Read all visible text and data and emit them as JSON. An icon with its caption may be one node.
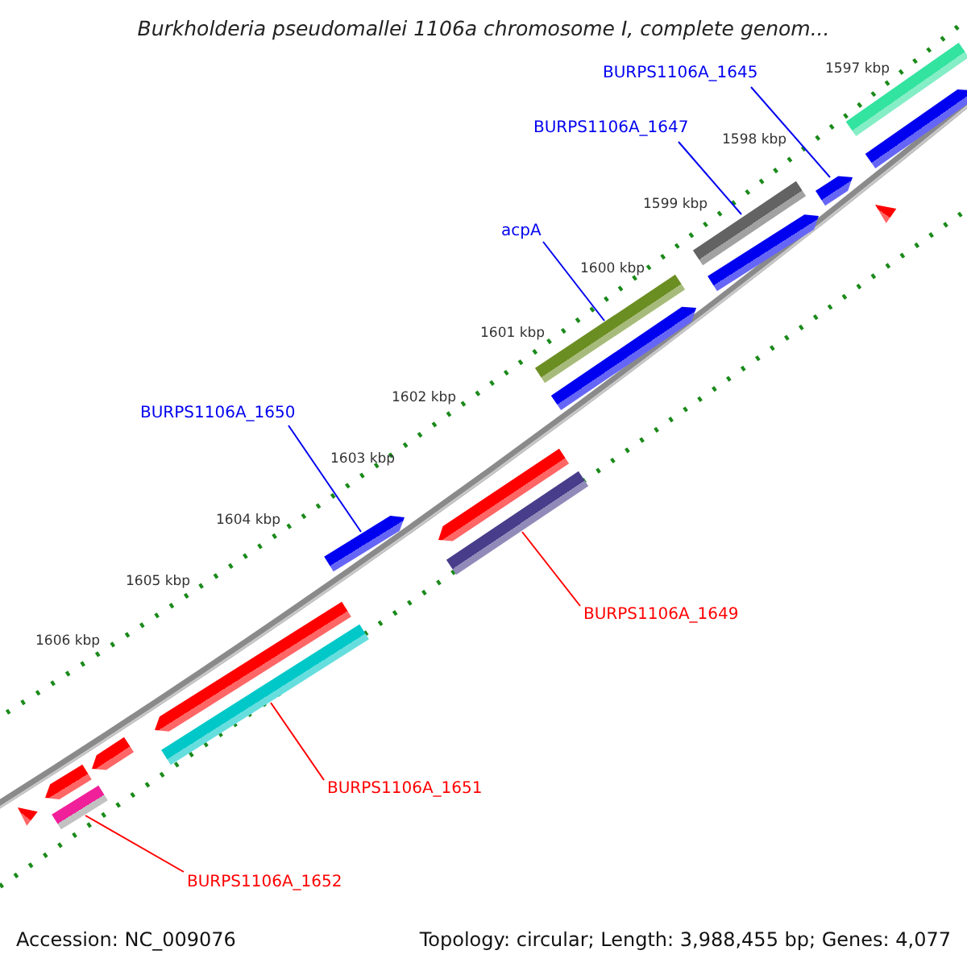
{
  "diagram": {
    "title": "Burkholderia pseudomallei 1106a chromosome I, complete genom...",
    "nodes": [
      {
        "text": [
          "BURPS1106A_1645"
        ]
      },
      {
        "text": [
          "BURPS1106A_1647"
        ]
      },
      {
        "text": [
          "acpA"
        ]
      },
      {
        "text": [
          "BURPS1106A_1650"
        ]
      },
      {
        "text": [
          "BURPS1106A_1649"
        ]
      },
      {
        "text": [
          "BURPS1106A_1651"
        ]
      },
      {
        "text": [
          "BURPS1106A_1652"
        ]
      }
    ],
    "edges": [
      {
        "from": 0,
        "to": null,
        "arrow": "none"
      },
      {
        "from": 1,
        "to": null,
        "arrow": "none"
      },
      {
        "from": 2,
        "to": null,
        "arrow": "none"
      },
      {
        "from": 3,
        "to": null,
        "arrow": "none"
      },
      {
        "from": 4,
        "to": null,
        "arrow": "none",
        "color": "#ff0000"
      },
      {
        "from": 5,
        "to": null,
        "arrow": "none",
        "color": "#ff0000"
      },
      {
        "from": 6,
        "to": null,
        "arrow": "none",
        "color": "#ff0000"
      }
    ],
    "labels": [
      "1597 kbp",
      "1598 kbp",
      "1599 kbp",
      "1600 kbp",
      "1601 kbp",
      "1602 kbp",
      "1603 kbp",
      "1604 kbp",
      "1605 kbp",
      "1606 kbp",
      "Accession: NC_009076",
      "Topology: circular; Length: 3,988,455 bp; Genes: 4,077"
    ]
  }
}
